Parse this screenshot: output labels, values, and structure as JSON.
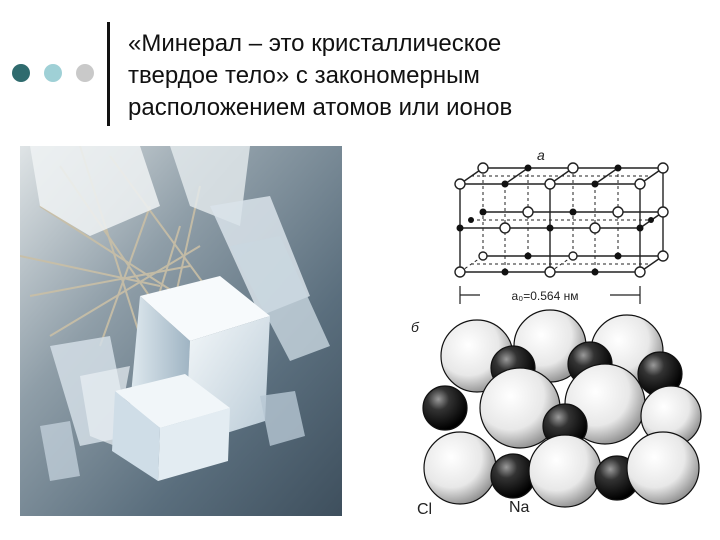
{
  "slide": {
    "title_lines": [
      "«Минерал – это кристаллическое",
      "твердое тело» с закономерным",
      "расположением атомов или ионов"
    ],
    "bullet_colors": [
      "#2f6b6e",
      "#9fd0d6",
      "#c9c9c9"
    ]
  },
  "photo": {
    "icon": "crystal-photo"
  },
  "diagram": {
    "label_a": "а",
    "lattice_param": "a₀=0.564 нм",
    "label_b": "б",
    "label_cl": "Cl",
    "label_na": "Na"
  }
}
